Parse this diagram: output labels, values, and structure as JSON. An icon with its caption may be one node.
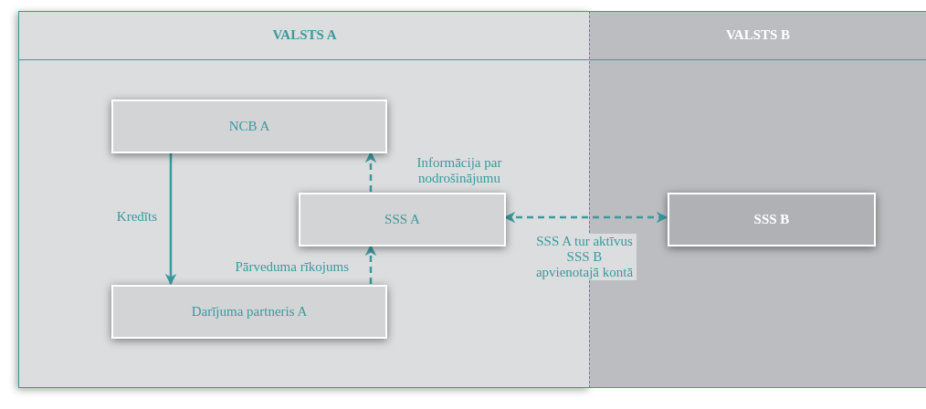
{
  "diagram": {
    "nodes": [
      {
        "text": [
          "VALSTS A"
        ]
      },
      {
        "text": [
          "VALSTS B"
        ]
      },
      {
        "text": [
          "NCB A"
        ],
        "in": 0
      },
      {
        "text": [
          "SSS A"
        ],
        "in": 0
      },
      {
        "text": [
          "Darījuma partneris A"
        ],
        "in": 0
      },
      {
        "text": [
          "SSS B"
        ],
        "in": 1
      }
    ],
    "edges": [
      {
        "from": 2,
        "to": 4,
        "arrow": "to",
        "label": "Kredīts"
      },
      {
        "from": 4,
        "to": 3,
        "arrow": "to",
        "label": "Pārveduma rīkojums",
        "style": "dashed"
      },
      {
        "from": 3,
        "to": 2,
        "arrow": "to",
        "label": "Informācija par nodrošinājumu",
        "style": "dashed"
      },
      {
        "from": 3,
        "to": 5,
        "arrow": "both",
        "label": "SSS A tur aktīvus SSS B apvienotajā kontā",
        "style": "dashed"
      }
    ]
  }
}
